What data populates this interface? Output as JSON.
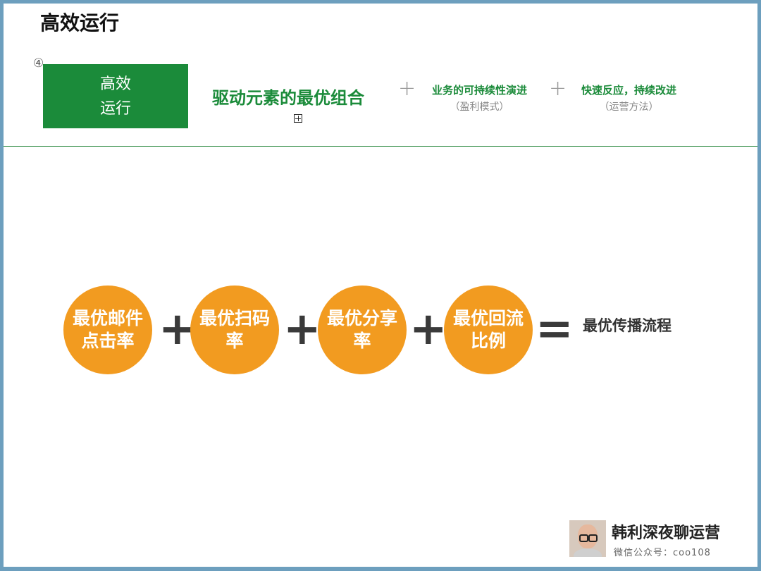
{
  "slide": {
    "title": "高效运行",
    "step_number": "④",
    "box": {
      "line1": "高效",
      "line2": "运行"
    },
    "driver_text": "驱动元素的最优组合",
    "plus": "+",
    "item2": {
      "main": "业务的可持续性演进",
      "note": "（盈利模式）"
    },
    "item3": {
      "main": "快速反应，持续改进",
      "note": "（运营方法）"
    }
  },
  "formula": {
    "terms": [
      "最优邮件点击率",
      "最优扫码率",
      "最优分享率",
      "最优回流比例"
    ],
    "plus": "+",
    "equals": "=",
    "result": "最优传播流程"
  },
  "brand": {
    "name": "韩利深夜聊运营",
    "wechat": "微信公众号：coo108"
  },
  "colors": {
    "green": "#1b8b3a",
    "orange": "#f29b20",
    "frame": "#6d9fbe"
  }
}
